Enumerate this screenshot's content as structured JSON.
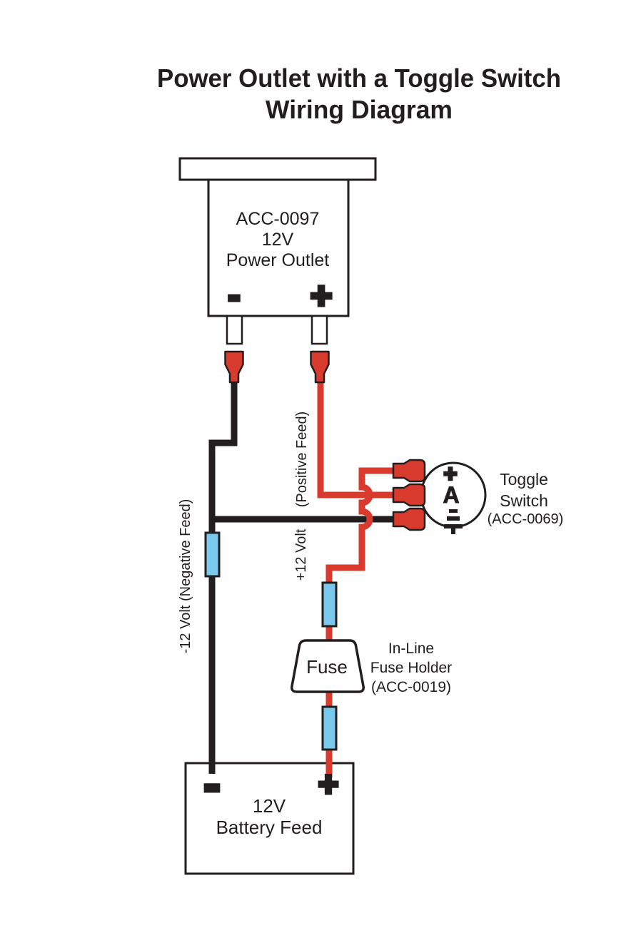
{
  "title": {
    "line1": "Power Outlet with a Toggle Switch",
    "line2": "Wiring Diagram"
  },
  "power_outlet": {
    "name_line1": "ACC-0097",
    "name_line2": "12V",
    "name_line3": "Power Outlet",
    "minus_symbol": "-",
    "plus_symbol": "+"
  },
  "toggle_switch": {
    "terminal_plus": "+",
    "terminal_accessory": "A",
    "terminal_ground_icon": "ground-symbol",
    "label_line1": "Toggle",
    "label_line2": "Switch",
    "label_line3": "(ACC-0069)"
  },
  "fuse_holder": {
    "fuse_label": "Fuse",
    "label_line1": "In-Line",
    "label_line2": "Fuse Holder",
    "label_line3": "(ACC-0019)"
  },
  "battery": {
    "label_line1": "12V",
    "label_line2": "Battery Feed",
    "minus_symbol": "-",
    "plus_symbol": "+"
  },
  "wire_labels": {
    "positive_feed": "(Positive Feed)",
    "plus_12_volt": "+12 Volt",
    "negative_feed": "-12 Volt (Negative Feed)"
  },
  "colors": {
    "wire_red": "#d93a2e",
    "wire_black": "#221e1f",
    "heat_shrink_blue": "#79c9ec",
    "component_fill": "#ffffff",
    "outline_black": "#221e1f",
    "background": "#ffffff"
  }
}
